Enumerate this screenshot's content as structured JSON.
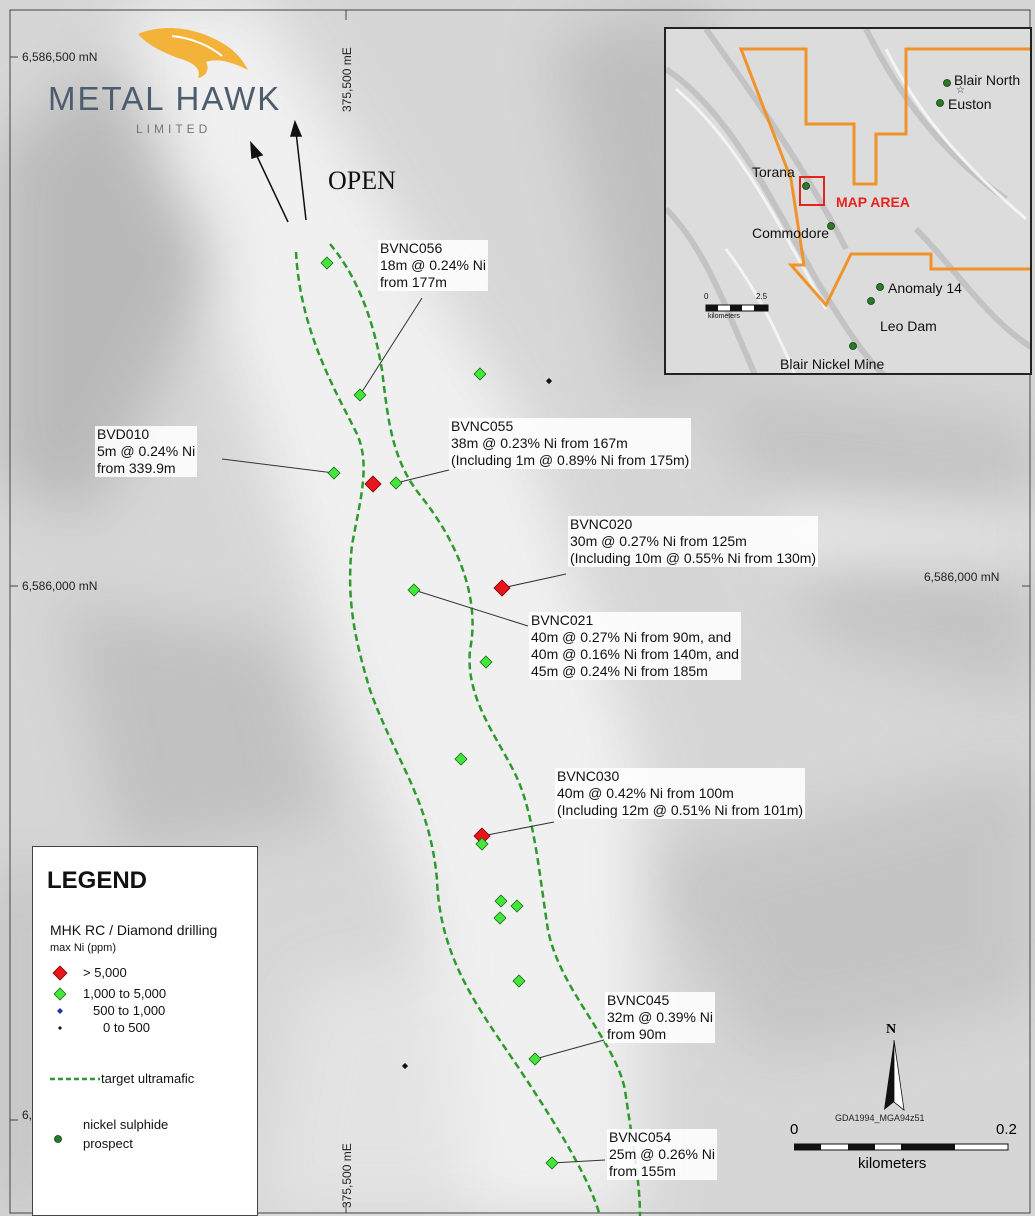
{
  "logo": {
    "name": "METAL HAWK",
    "subtitle": "LIMITED"
  },
  "open_label": "OPEN",
  "coords": {
    "n_top": "6,586,500 mN",
    "n_mid_left": "6,586,000 mN",
    "n_mid_right": "6,586,000 mN",
    "n_bottom": "6,",
    "e_top": "375,500 mE",
    "e_bottom": "375,500 mE"
  },
  "callouts": [
    {
      "id": "BVNC056",
      "lines": [
        "BVNC056",
        "18m @ 0.24% Ni",
        "from 177m"
      ]
    },
    {
      "id": "BVD010",
      "lines": [
        "BVD010",
        "5m @ 0.24% Ni",
        "from 339.9m"
      ]
    },
    {
      "id": "BVNC055",
      "lines": [
        "BVNC055",
        "38m @ 0.23% Ni from 167m",
        "(Including 1m @ 0.89% Ni from 175m)"
      ]
    },
    {
      "id": "BVNC020",
      "lines": [
        "BVNC020",
        "30m @ 0.27% Ni from 125m",
        "(Including 10m @ 0.55% Ni from 130m)"
      ]
    },
    {
      "id": "BVNC021",
      "lines": [
        "BVNC021",
        "40m @ 0.27% Ni from 90m, and",
        "40m @ 0.16% Ni from 140m, and",
        "45m @ 0.24% Ni from 185m"
      ]
    },
    {
      "id": "BVNC030",
      "lines": [
        "BVNC030",
        "40m @ 0.42% Ni from 100m",
        "(Including 12m @ 0.51% Ni from 101m)"
      ]
    },
    {
      "id": "BVNC045",
      "lines": [
        "BVNC045",
        "32m @ 0.39% Ni",
        "from 90m"
      ]
    },
    {
      "id": "BVNC054",
      "lines": [
        "BVNC054",
        "25m @ 0.26% Ni",
        "from 155m"
      ]
    }
  ],
  "inset": {
    "labels": {
      "blair_north": "Blair North",
      "euston": "Euston",
      "torana": "Torana",
      "map_area": "MAP AREA",
      "commodore": "Commodore",
      "anomaly14": "Anomaly 14",
      "leo_dam": "Leo Dam",
      "blair_mine": "Blair Nickel Mine"
    },
    "scale_min": "0",
    "scale_max": "2.5",
    "scale_unit": "kilometers"
  },
  "legend": {
    "title": "LEGEND",
    "section": "MHK RC / Diamond drilling",
    "subsection": "max Ni (ppm)",
    "classes": [
      {
        "label": "> 5,000",
        "color": "#e8161b"
      },
      {
        "label": "1,000 to 5,000",
        "color": "#45e63c"
      },
      {
        "label": "500 to 1,000",
        "color": "#1f2fa8"
      },
      {
        "label": "0 to 500",
        "color": "#111111"
      }
    ],
    "line_label": "target ultramafic",
    "prospect_label_1": "nickel sulphide",
    "prospect_label_2": "prospect"
  },
  "scalebar": {
    "left": "0",
    "right": "0.2",
    "unit": "kilometers",
    "projection": "GDA1994_MGA94z51",
    "north": "N"
  },
  "colors": {
    "high": "#e8161b",
    "mid": "#45e63c",
    "low_mid": "#1f2fa8",
    "low": "#111111",
    "ultramafic": "#2e9a2e",
    "tenement": "#f0932b"
  }
}
